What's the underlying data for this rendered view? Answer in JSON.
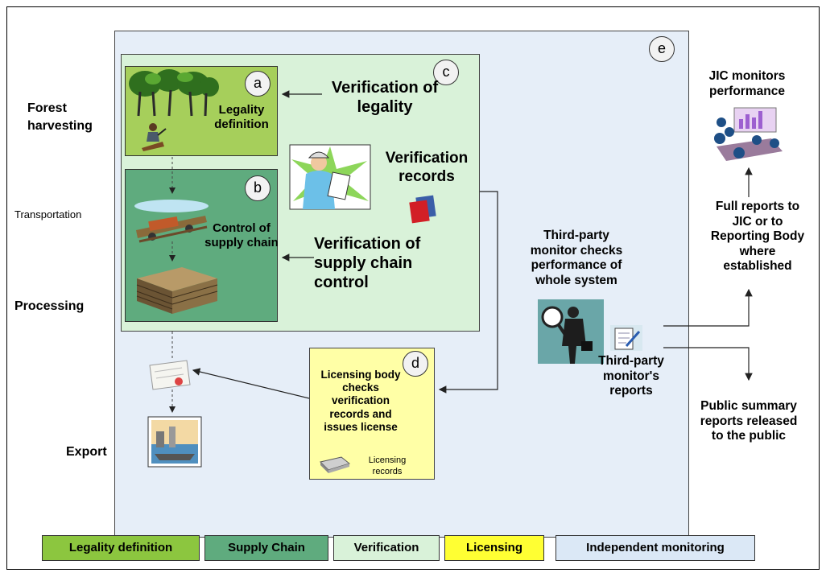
{
  "stages": {
    "forest": "Forest harvesting",
    "transport": "Transportation",
    "processing": "Processing",
    "export": "Export"
  },
  "circles": {
    "a": "a",
    "b": "b",
    "c": "c",
    "d": "d",
    "e": "e"
  },
  "box_a": {
    "label": "Legality definition"
  },
  "box_b": {
    "label": "Control of supply chain"
  },
  "box_c": {
    "verification_legality": "Verification of legality",
    "verification_records": "Verification records",
    "verification_supply": "Verification of supply chain control"
  },
  "box_d": {
    "label": "Licensing body checks verification records and issues license",
    "records": "Licensing records"
  },
  "monitor": {
    "checks": "Third-party monitor checks performance of whole system",
    "reports": "Third-party monitor's reports"
  },
  "right": {
    "jic": "JIC monitors performance",
    "full_reports": "Full reports to JIC or to Reporting Body where established",
    "public": "Public summary reports released to the public"
  },
  "legend": [
    {
      "label": "Legality definition",
      "color": "#8cc63f"
    },
    {
      "label": "Supply Chain",
      "color": "#5fab7e"
    },
    {
      "label": "Verification",
      "color": "#d9f2d9"
    },
    {
      "label": "Licensing",
      "color": "#ffff33"
    },
    {
      "label": "Independent monitoring",
      "color": "#dbe8f6"
    }
  ]
}
